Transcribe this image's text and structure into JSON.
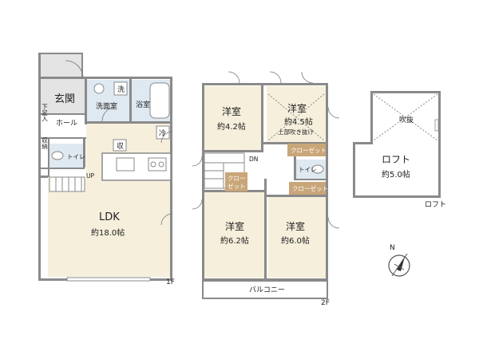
{
  "colors": {
    "wall": "#8a8a8a",
    "floor_wet": "#dfe9f1",
    "floor_wood": "#f6efdc",
    "floor_entry": "#e4e4e4",
    "closet_fill": "#c9a679",
    "closet_text": "#ffffff"
  },
  "floor1": {
    "label": "1F",
    "genkan": "玄関",
    "shoe_box": "下足入",
    "hall": "ホール",
    "storage": "収納",
    "toilet": "トイレ",
    "washroom": "洗面室",
    "washer": "洗",
    "bath": "浴室",
    "fridge": "冷",
    "pantry": "収",
    "up": "UP",
    "ldk": {
      "name": "LDK",
      "area": "約18.0帖"
    }
  },
  "floor2": {
    "label": "2F",
    "room_nw": {
      "name": "洋室",
      "area": "約4.2帖"
    },
    "room_ne": {
      "name": "洋室",
      "area": "約4.5帖",
      "note": "上部吹き抜け"
    },
    "closet_ne": "クローゼット",
    "closet_mid": "クロー\nゼット",
    "closet_mid_l1": "クロー",
    "closet_mid_l2": "ゼット",
    "closet_se": "クローゼット",
    "toilet": "トイレ",
    "dn": "DN",
    "room_sw": {
      "name": "洋室",
      "area": "約6.2帖"
    },
    "room_se": {
      "name": "洋室",
      "area": "約6.0帖"
    },
    "balcony": "バルコニー"
  },
  "loft": {
    "label": "ロフト",
    "void": "吹抜",
    "room": {
      "name": "ロフト",
      "area": "約5.0帖"
    }
  },
  "compass": {
    "north": "N"
  }
}
